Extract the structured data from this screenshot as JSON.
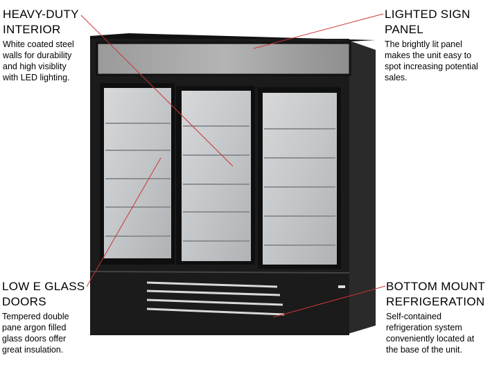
{
  "callouts": {
    "interior": {
      "title": "HEAVY-DUTY\nINTERIOR",
      "desc": "White coated steel\nwalls for durability\nand high visiblity\nwith LED lighting."
    },
    "sign": {
      "title": "LIGHTED SIGN\nPANEL",
      "desc": "The brightly lit panel\nmakes the unit easy to\nspot increasing potential\nsales."
    },
    "glass": {
      "title": "LOW E GLASS\nDOORS",
      "desc": "Tempered double\npane argon filled\nglass doors offer\ngreat insulation."
    },
    "refrigeration": {
      "title": "BOTTOM MOUNT\nREFRIGERATION",
      "desc": "Self-contained\nrefrigeration system\nconveniently located at\nthe base of the unit."
    }
  },
  "colors": {
    "leader_line": "#cc3333",
    "cabinet": "#1a1a1a",
    "sign_panel": "#8a8a8a",
    "glass": "#bfc2c4"
  }
}
